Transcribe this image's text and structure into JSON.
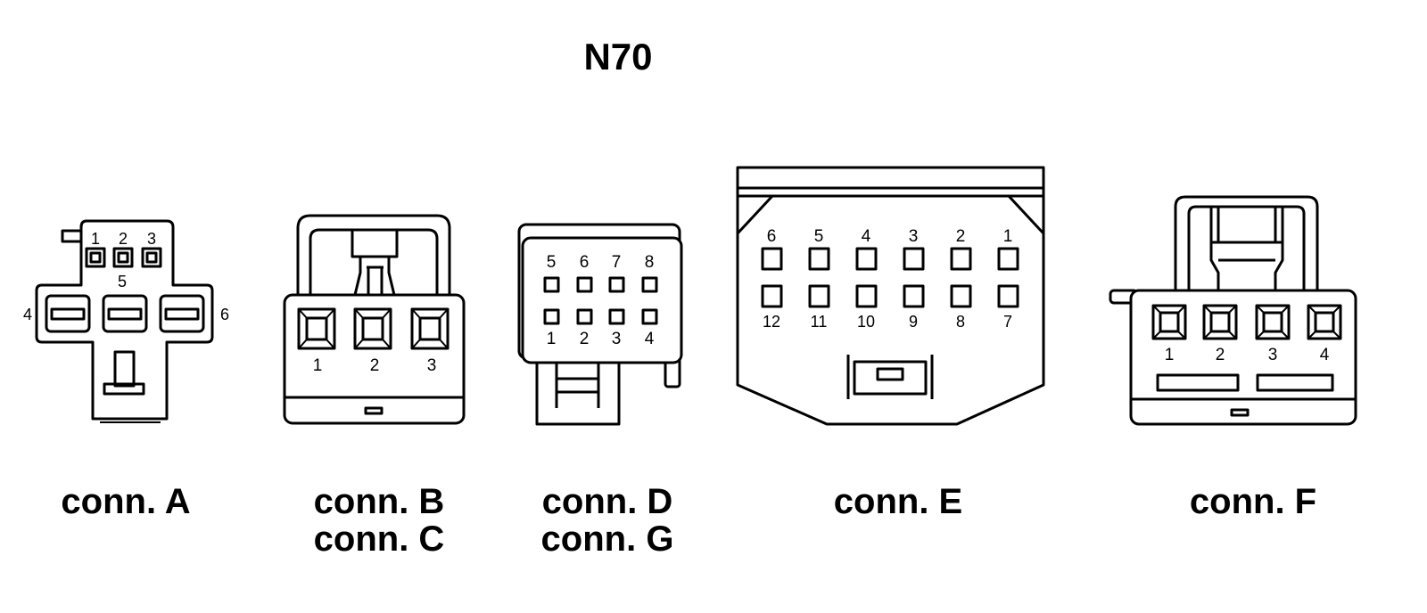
{
  "title": "N70",
  "connectors": {
    "A": {
      "caption": "conn. A",
      "top_pins": [
        "1",
        "2",
        "3"
      ],
      "center_pin": "5",
      "left_pin": "4",
      "right_pin": "6"
    },
    "B": {
      "caption_1": "conn. B",
      "caption_2": "conn. C",
      "pins": [
        "1",
        "2",
        "3"
      ]
    },
    "D": {
      "caption_1": "conn. D",
      "caption_2": "conn. G",
      "top_pins": [
        "5",
        "6",
        "7",
        "8"
      ],
      "bottom_pins": [
        "1",
        "2",
        "3",
        "4"
      ]
    },
    "E": {
      "caption": "conn. E",
      "top_pins": [
        "6",
        "5",
        "4",
        "3",
        "2",
        "1"
      ],
      "bottom_pins": [
        "12",
        "11",
        "10",
        "9",
        "8",
        "7"
      ]
    },
    "F": {
      "caption": "conn. F",
      "pins": [
        "1",
        "2",
        "3",
        "4"
      ]
    }
  }
}
